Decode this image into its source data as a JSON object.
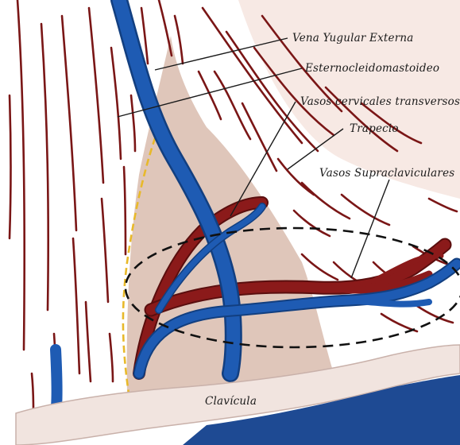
{
  "labels": {
    "vena_yugular_externa": "Vena Yugular Externa",
    "esternocleidomastoideo": "Esternocleidomastoideo",
    "vasos_cervicales_transversos": "Vasos cervicales transversos",
    "trapecio": "Trapecio",
    "vasos_supraclaviculares": "Vasos Supraclaviculares",
    "clavicula": "Clavícula"
  },
  "colors": {
    "muscle_fiber": "#7a1616",
    "artery": "#8b1a1a",
    "vein": "#1e5bb3",
    "triangle_fill": "#dcc0b2",
    "bone": "#f1e4df",
    "trapezius_bg": "#f7e9e4",
    "dashed_border": "#e8b92a",
    "dashed_ellipse": "#111111"
  }
}
